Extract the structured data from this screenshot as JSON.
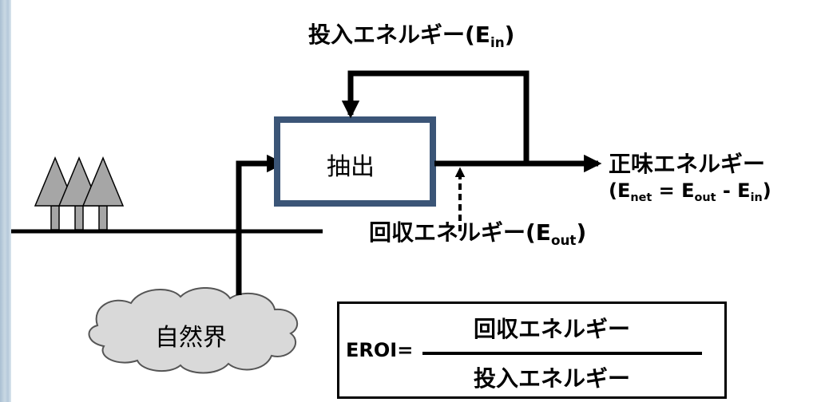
{
  "diagram": {
    "input_energy_label": {
      "text": "投入エネルギー(E",
      "sub": "in",
      "close": ")"
    },
    "process_label": "抽出",
    "net_energy_label": "正味エネルギー",
    "net_energy_formula": {
      "open": "(E",
      "s1": "net",
      "eq": " = E",
      "s2": "out",
      "minus": " - E",
      "s3": "in",
      "close": ")"
    },
    "recovered_energy_label": {
      "text": "回収エネルギー(E",
      "sub": "out",
      "close": ")"
    },
    "nature_label": "自然界",
    "eroi": {
      "prefix": "EROI=",
      "numerator": "回収エネルギー",
      "denominator": "投入エネルギー"
    }
  },
  "colors": {
    "process_box_border": "#3b5577",
    "tree_fill": "#a6a6a6",
    "cloud_fill": "#d9d9d9",
    "arrow": "#000000"
  }
}
